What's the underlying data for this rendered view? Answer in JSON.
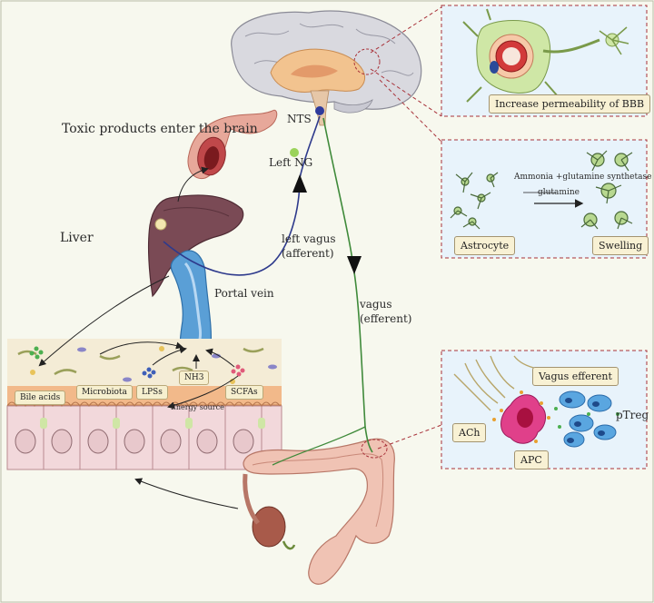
{
  "labels": {
    "toxic": "Toxic products enter the brain",
    "nts": "NTS",
    "left_ng": "Left NG",
    "liver": "Liver",
    "left_vagus": "left vagus",
    "afferent": "(afferent)",
    "portal_vein": "Portal vein",
    "vagus": "vagus",
    "efferent": "(efferent)",
    "energy_source": "Energy source"
  },
  "gut_tags": {
    "bile_acids": "Bile acids",
    "microbiota": "Microbiota",
    "lps": "LPSs",
    "nh3": "NH3",
    "scfas": "SCFAs"
  },
  "panel_bbb": {
    "caption": "Increase permeability of BBB"
  },
  "panel_astro": {
    "reaction_top": "Ammonia +glutamine synthetase",
    "reaction_bottom": "glutamine",
    "astrocyte": "Astrocyte",
    "swelling": "Swelling"
  },
  "panel_immune": {
    "vagus_efferent": "Vagus efferent",
    "ach": "ACh",
    "apc": "APC",
    "ptreg": "pTreg"
  },
  "colors": {
    "background": "#f7f8ee",
    "panel_fill": "#e8f3fb",
    "panel_border": "#a8323a",
    "afferent_line": "#2e3a8c",
    "efferent_line": "#3f8a3a",
    "liver": "#7a4a55",
    "portal_vein": "#5a9fd6"
  }
}
